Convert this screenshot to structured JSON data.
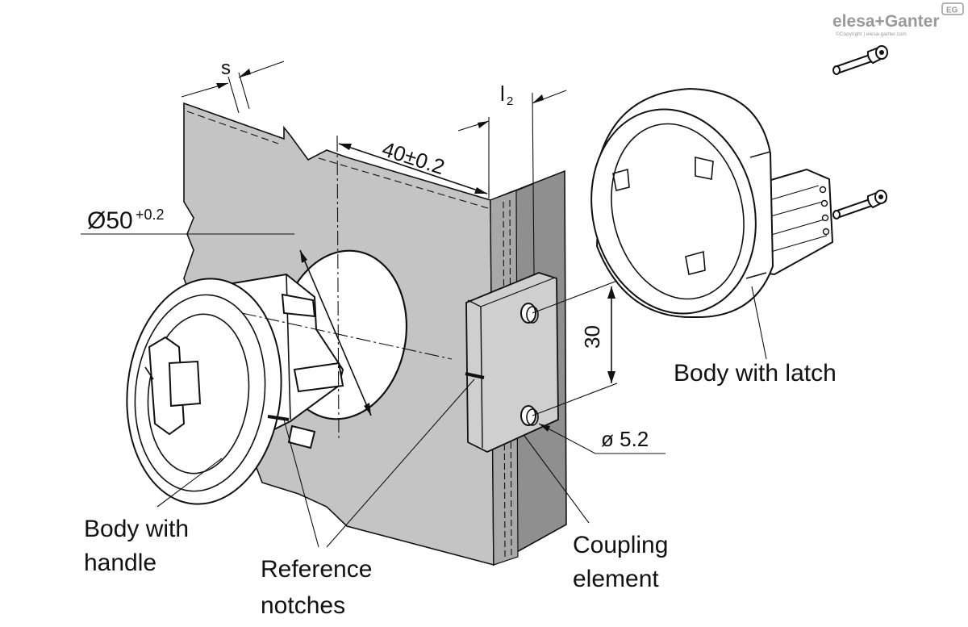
{
  "brand": {
    "logo_text": "elesa+Ganter",
    "badge": "EG",
    "copyright": "©Copyright | elesa-ganter.com"
  },
  "dimensions": {
    "thickness": "s",
    "distance": "40±0.2",
    "diameter": "Ø50",
    "diameter_tolerance": "+0.2",
    "offset": "l",
    "offset_sub": "2",
    "hole_spacing": "30",
    "hole_diameter": "ø 5.2"
  },
  "labels": {
    "body_handle_line1": "Body with",
    "body_handle_line2": "handle",
    "reference_line1": "Reference",
    "reference_line2": "notches",
    "coupling_line1": "Coupling",
    "coupling_line2": "element",
    "body_latch": "Body with latch"
  },
  "colors": {
    "panel": "#c4c4c4",
    "frame_dark": "#8f8f8f",
    "frame_mid": "#a8a8a8",
    "line": "#111111"
  }
}
